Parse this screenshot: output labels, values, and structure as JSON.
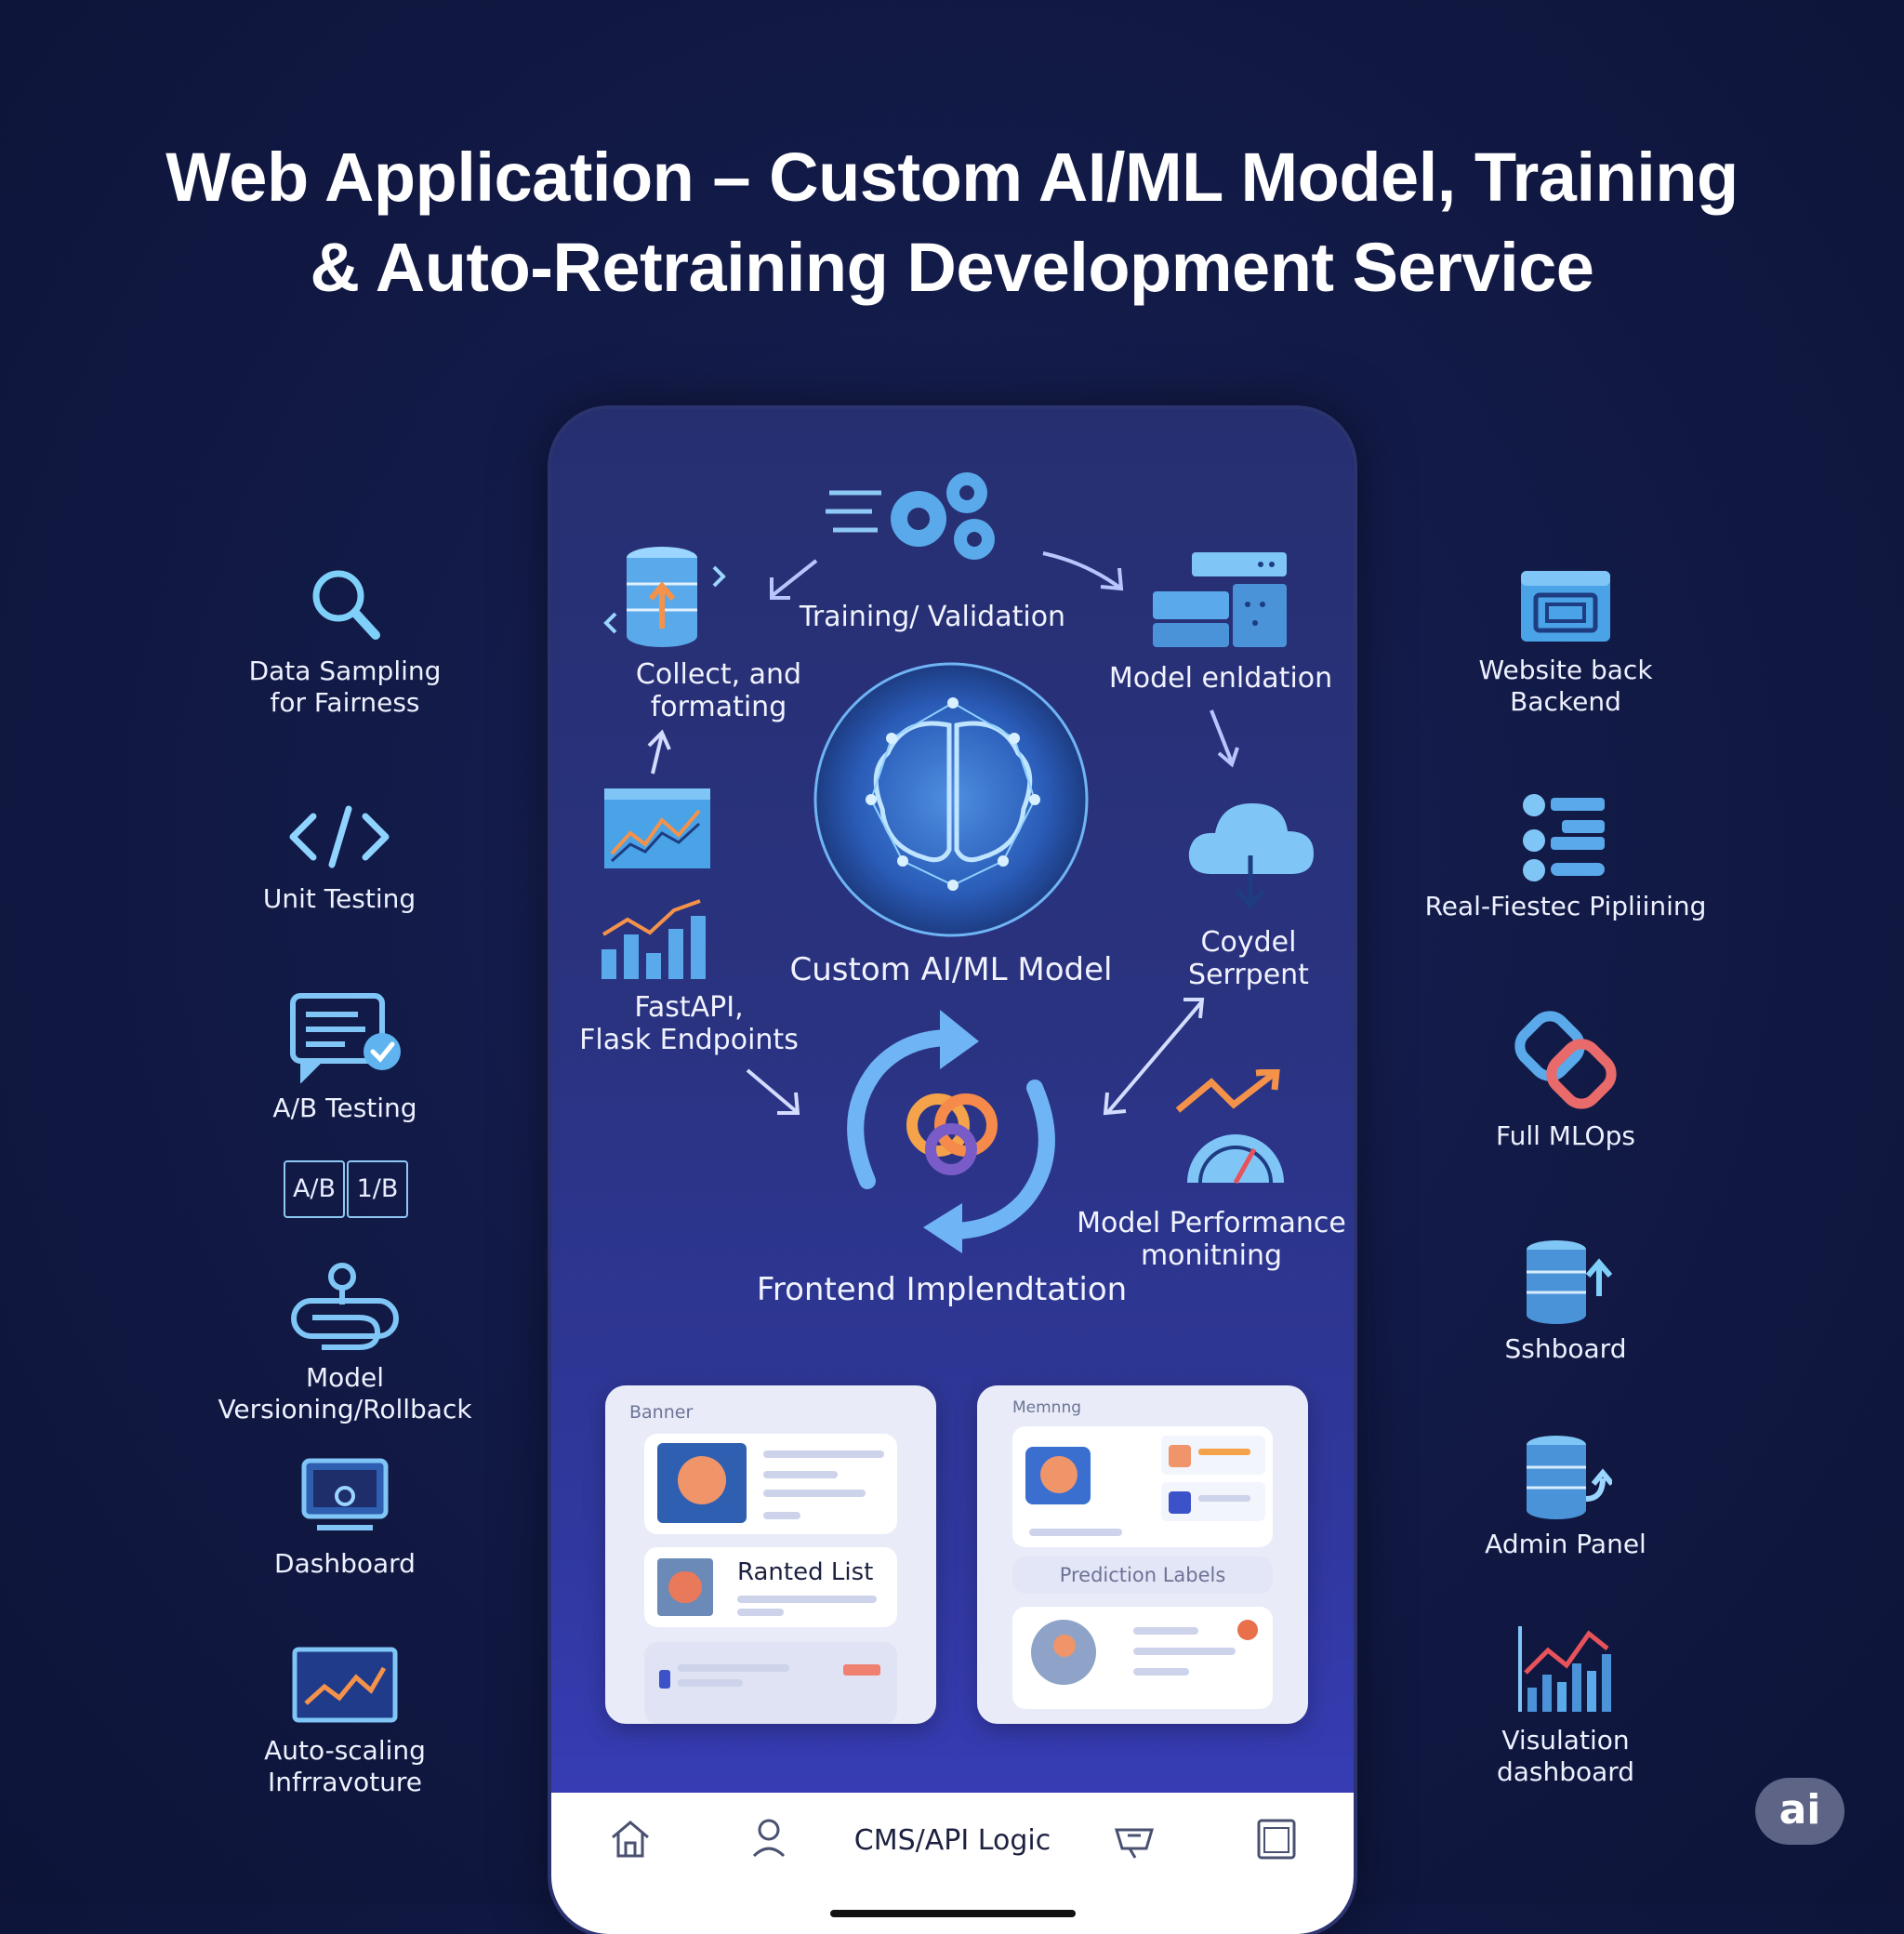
{
  "title": {
    "line1": "Web Application – Custom AI/ML Model, Training",
    "line2": "& Auto-Retraining Development Service"
  },
  "left_features": [
    {
      "label": "Data Sampling\nfor Fairness",
      "icon": "magnifier-icon"
    },
    {
      "label": "Unit Testing",
      "icon": "code-icon"
    },
    {
      "label": "A/B Testing",
      "icon": "document-check-icon"
    },
    {
      "label": "Model Versioning/Rollback",
      "icon": "version-pipe-icon"
    },
    {
      "label": "Dashboard",
      "icon": "monitor-icon"
    },
    {
      "label": "Auto-scaling\nInfrravoture",
      "icon": "chart-monitor-icon"
    }
  ],
  "ab_badges": [
    "A/B",
    "1/B"
  ],
  "right_features": [
    {
      "label": "Website back\nBackend",
      "icon": "browser-window-icon"
    },
    {
      "label": "Real-Fiestec Pipliining",
      "icon": "pipeline-icon"
    },
    {
      "label": "Full MLOps",
      "icon": "chain-link-icon"
    },
    {
      "label": "Sshboard",
      "icon": "database-upload-icon"
    },
    {
      "label": "Admin Panel",
      "icon": "database-refresh-icon"
    },
    {
      "label": "Visulation\ndashboard",
      "icon": "bar-chart-icon"
    }
  ],
  "phone": {
    "training_label": "Training/ Validation",
    "collect_label": "Collect, and\nformating",
    "model_endpoint_label": "Model enldation",
    "core_label": "Custom AI/ML Model",
    "cloud_label": "Coydel Serrpent",
    "fastapi_label": "FastAPI,\nFlask Endpoints",
    "performance_label": "Model Performance\nmonitning",
    "frontend_label": "Frontend Implendtation",
    "card_left_header": "Banner",
    "card_left_item": "Ranted List",
    "card_right_header": "Memnng",
    "card_right_item": "Prediction Labels",
    "nav_center": "CMS/API Logic"
  },
  "colors": {
    "background": "#121a47",
    "icon_blue": "#6fc0f5",
    "accent_orange": "#f5924a",
    "accent_red": "#e8535b"
  },
  "badge": "ai"
}
